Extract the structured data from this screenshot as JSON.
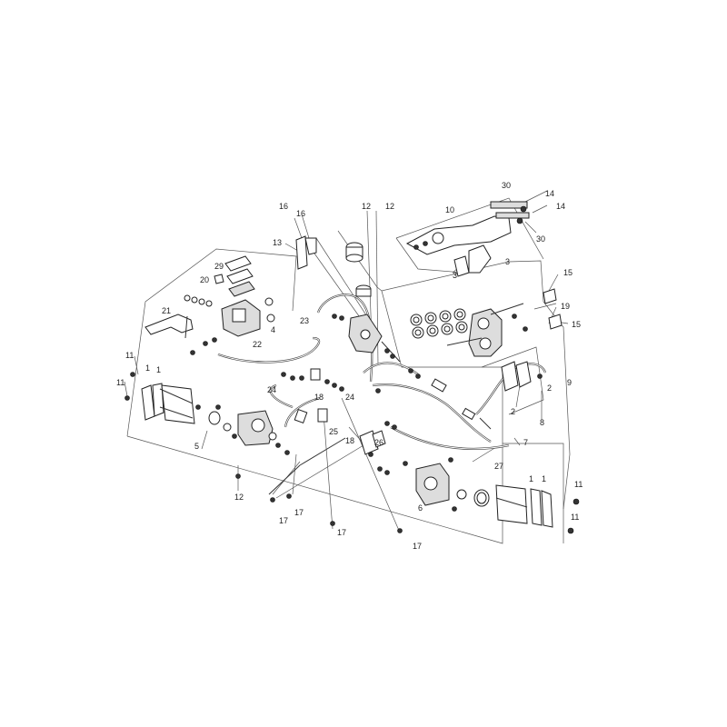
{
  "labels": {
    "l30a": "30",
    "l14a": "14",
    "l14b": "14",
    "l10": "10",
    "l30b": "30",
    "l3a": "3",
    "l3b": "3",
    "l16a": "16",
    "l16b": "16",
    "l12a": "12",
    "l12b": "12",
    "l13": "13",
    "l29": "29",
    "l20": "20",
    "l4": "4",
    "l21": "21",
    "l23": "23",
    "l22": "22",
    "l15a": "15",
    "l19": "19",
    "l15b": "15",
    "l11a": "11",
    "l11b": "11",
    "l1a": "1",
    "l1b": "1",
    "l5": "5",
    "l24a": "24",
    "l18a": "18",
    "l24b": "24",
    "l25": "25",
    "l2a": "2",
    "l2b": "2",
    "l8": "8",
    "l9": "9",
    "l7": "7",
    "l18b": "18",
    "l26": "26",
    "l27": "27",
    "l12c": "12",
    "l17a": "17",
    "l17b": "17",
    "l17c": "17",
    "l17d": "17",
    "l6": "6",
    "l1c": "1",
    "l1d": "1",
    "l11c": "11",
    "l11d": "11"
  }
}
